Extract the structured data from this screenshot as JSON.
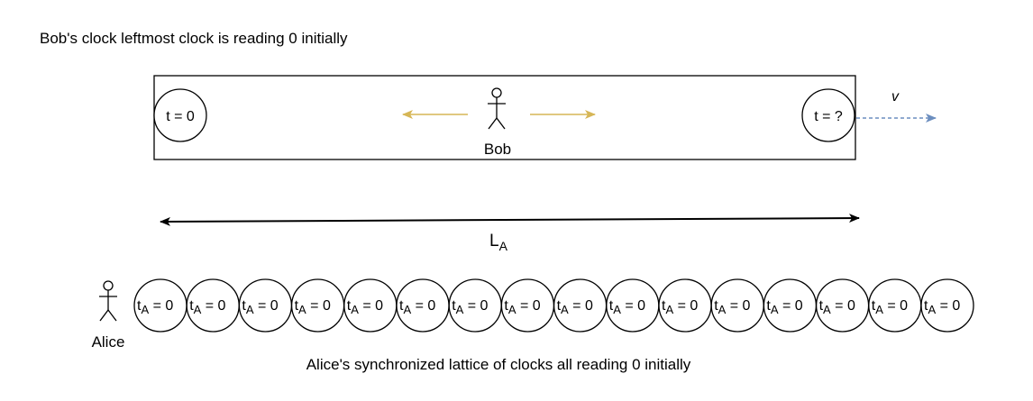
{
  "captions": {
    "top": "Bob's clock leftmost clock is reading 0 initially",
    "bottom": "Alice's synchronized lattice of clocks all reading 0 initially"
  },
  "bob": {
    "label": "Bob",
    "left_clock": "t = 0",
    "right_clock": "t = ?",
    "velocity_label": "v"
  },
  "length": {
    "symbol": "L",
    "subscript": "A"
  },
  "alice": {
    "label": "Alice",
    "clock_symbol": "t",
    "clock_subscript": "A",
    "clock_value": "= 0",
    "clock_count": 16
  },
  "colors": {
    "bob_arrows": "#d6b656",
    "velocity_arrow": "#6c8ebf",
    "stroke": "#000000"
  }
}
